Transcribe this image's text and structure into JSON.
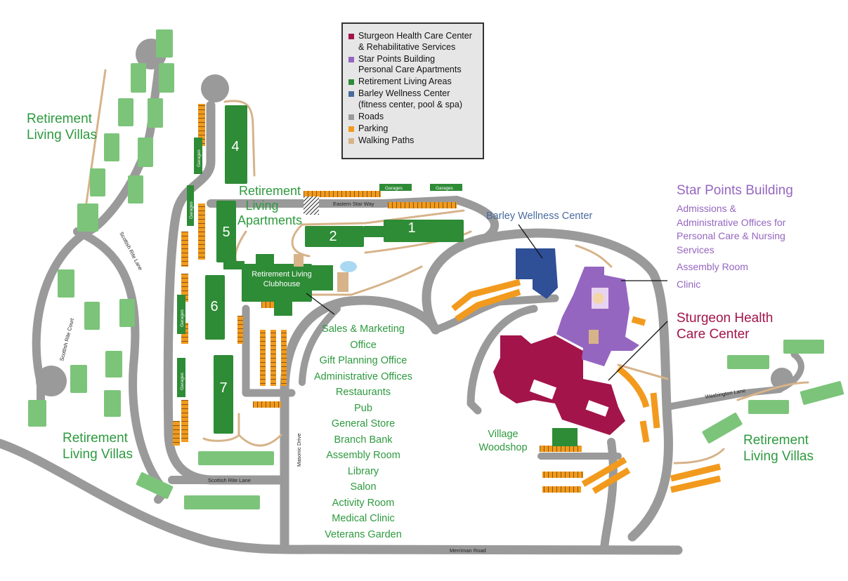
{
  "legend": {
    "items": [
      {
        "lines": [
          "Sturgeon Health Care Center",
          "& Rehabilitative Services"
        ],
        "color": "#a3144a"
      },
      {
        "lines": [
          "Star Points Building",
          "Personal Care Apartments"
        ],
        "color": "#9566c0"
      },
      {
        "lines": [
          "Retirement Living Areas"
        ],
        "color": "#2e8b36"
      },
      {
        "lines": [
          "Barley Wellness Center",
          "(fitness center, pool & spa)"
        ],
        "color": "#4a6a9d"
      },
      {
        "lines": [
          "Roads"
        ],
        "color": "#9a9a9a"
      },
      {
        "lines": [
          "Parking"
        ],
        "color": "#f29a1d"
      },
      {
        "lines": [
          "Walking Paths"
        ],
        "color": "#d7b38a"
      }
    ]
  },
  "labels": {
    "villas_nw": [
      "Retirement",
      "Living Villas"
    ],
    "villas_sw": [
      "Retirement",
      "Living Villas"
    ],
    "villas_e": [
      "Retirement",
      "Living Villas"
    ],
    "apartments": [
      "Retirement",
      "Living",
      "Apartments"
    ],
    "clubhouse": [
      "Retirement Living",
      "Clubhouse"
    ],
    "barley": "Barley Wellness Center",
    "star_title": "Star Points Building",
    "star_items": [
      "Admissions &",
      "Administrative Offices for",
      "Personal Care & Nursing",
      "Services",
      "Assembly Room",
      "Clinic"
    ],
    "sturgeon": [
      "Sturgeon Health",
      "Care Center"
    ],
    "woodshop": [
      "Village",
      "Woodshop"
    ],
    "clubhouse_services": [
      "Sales & Marketing",
      "Office",
      "Gift Planning Office",
      "Administrative Offices",
      "Restaurants",
      "Pub",
      "General Store",
      "Branch Bank",
      "Assembly Room",
      "Library",
      "Salon",
      "Activity Room",
      "Medical Clinic",
      "Veterans Garden"
    ]
  },
  "buildings": {
    "b1": "1",
    "b2": "2",
    "b4": "4",
    "b5": "5",
    "b6": "6",
    "b7": "7"
  },
  "roads": {
    "eastern_star": "Eastern Star Way",
    "scottish_rite_lane_n": "Scottish Rite Lane",
    "scottish_rite_court": "Scottish Rite Court",
    "scottish_rite_lane_s": "Scottish Rite Lane",
    "masonic": "Masonic Drive",
    "merriman": "Merriman Road",
    "washington": "Washington Lane"
  },
  "garages": {
    "label": "Garages"
  },
  "colors": {
    "road": "#9a9a9a",
    "parking": "#f29a1d",
    "path": "#d7b38a",
    "villa": "#7cc47a",
    "retirement": "#2e8b36",
    "star": "#9566c0",
    "sturgeon": "#a3144a",
    "barley": "#2f4f96"
  }
}
